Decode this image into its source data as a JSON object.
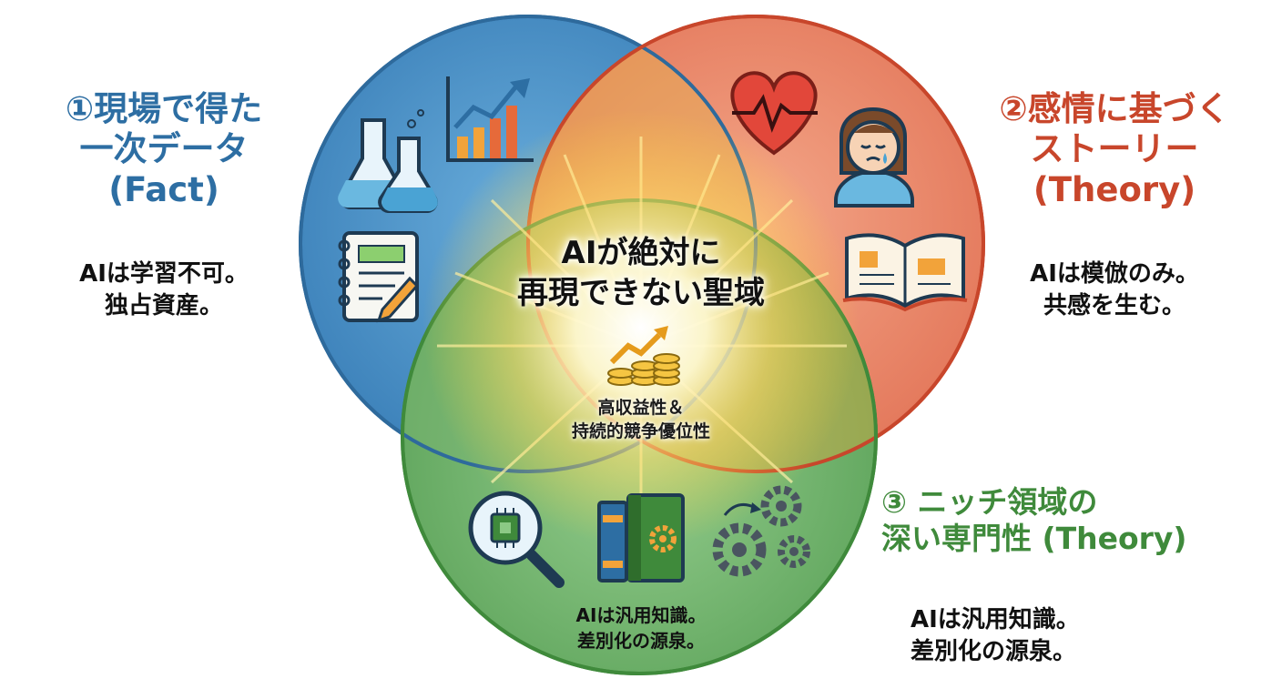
{
  "colors": {
    "blue": "#2d6ea3",
    "red": "#c8462b",
    "green": "#3f8a3b",
    "glow": "#fff6c8"
  },
  "left": {
    "title_line1": "①現場で得た",
    "title_line2": "一次データ",
    "title_line3": "(Fact)",
    "desc_line1": "AIは学習不可。",
    "desc_line2": "独占資産。",
    "icons": [
      "flask-icon",
      "growth-chart-icon",
      "notebook-pencil-icon"
    ]
  },
  "right": {
    "title_line1": "②感情に基づく",
    "title_line2": "ストーリー",
    "title_line3": "(Theory)",
    "desc_line1": "AIは模倣のみ。",
    "desc_line2": "共感を生む。",
    "icons": [
      "heartbeat-icon",
      "crying-person-icon",
      "open-book-icon"
    ]
  },
  "bottom": {
    "title_line1": "③ ニッチ領域の",
    "title_line2": "深い専門性 (Theory)",
    "desc_line1": "AIは汎用知識。",
    "desc_line2": "差別化の源泉。",
    "inner_line1": "AIは汎用知識。",
    "inner_line2": "差別化の源泉。",
    "icons": [
      "chip-magnifier-icon",
      "books-gear-icon",
      "gears-icon"
    ]
  },
  "center": {
    "title_line1": "AIが絶対に",
    "title_line2": "再現できない聖域",
    "sub_line1": "高収益性＆",
    "sub_line2": "持続的競争優位性",
    "icon": "coins-growth-icon"
  }
}
